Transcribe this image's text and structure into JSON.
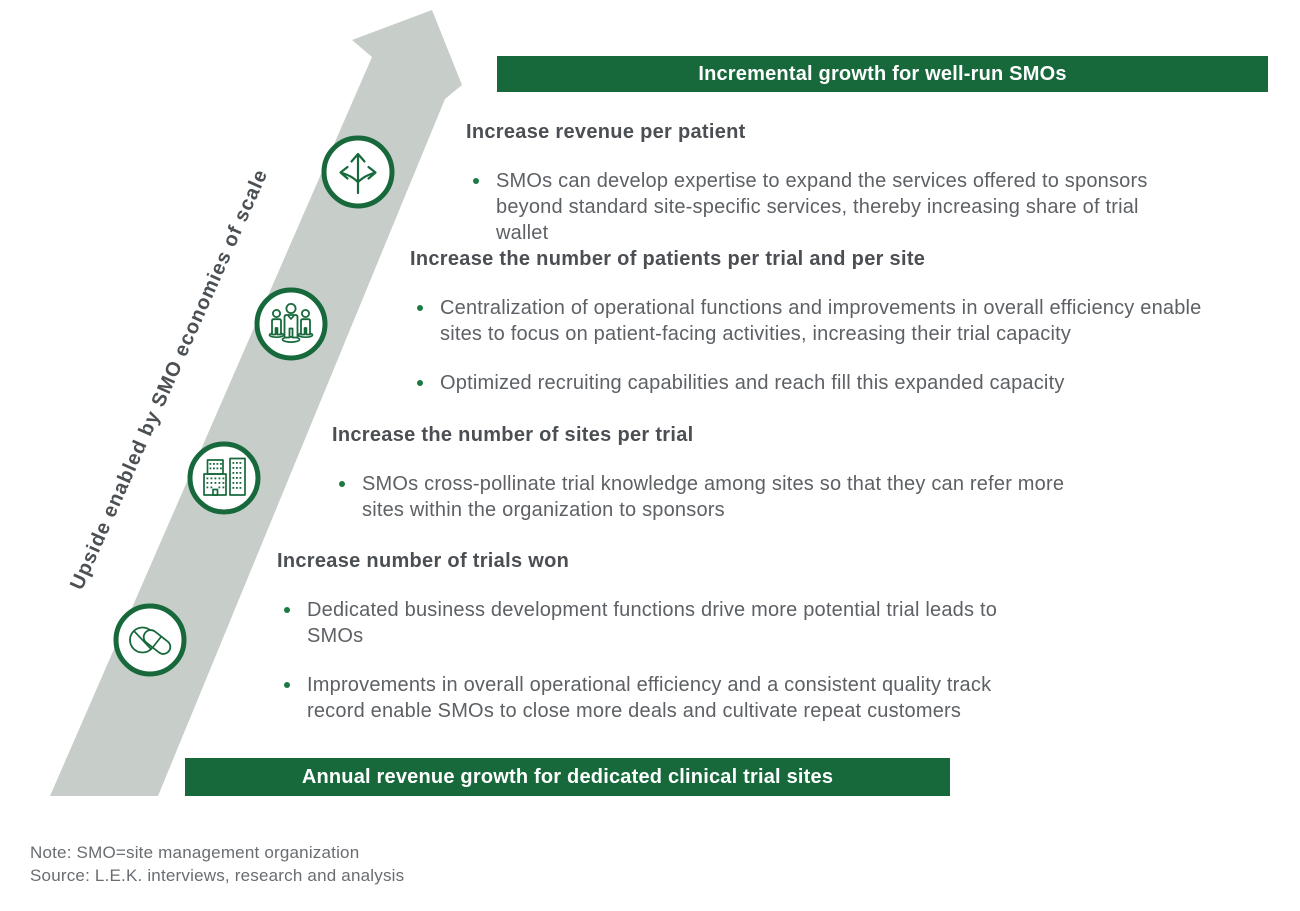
{
  "diagram": {
    "arrow_label": "Upside enabled by SMO economies of scale",
    "top_banner": "Incremental growth for well-run SMOs",
    "bottom_banner": "Annual revenue growth for dedicated clinical trial sites",
    "sections": [
      {
        "icon": "three-way-arrows-icon",
        "heading": "Increase revenue per patient",
        "bullets": [
          "SMOs can develop expertise to expand the services offered to sponsors beyond standard site-specific services, thereby increasing share of trial wallet"
        ]
      },
      {
        "icon": "people-icon",
        "heading": "Increase the number of patients per trial and per site",
        "bullets": [
          "Centralization of operational functions and improvements in overall efficiency enable sites to focus on patient-facing activities, increasing their trial capacity",
          "Optimized recruiting capabilities and reach fill this expanded capacity"
        ]
      },
      {
        "icon": "buildings-icon",
        "heading": "Increase the number of sites per trial",
        "bullets": [
          "SMOs cross-pollinate trial knowledge among sites so that they can refer more sites within the organization to sponsors"
        ]
      },
      {
        "icon": "pills-icon",
        "heading": "Increase number of trials won",
        "bullets": [
          "Dedicated business development functions drive more potential trial leads to SMOs",
          "Improvements in overall operational efficiency and a consistent quality track record enable SMOs to close more deals and cultivate repeat customers"
        ]
      }
    ],
    "note": "Note: SMO=site management organization",
    "source": "Source: L.E.K. interviews, research and analysis",
    "colors": {
      "green": "#17693C",
      "bullet_green": "#1B7A43",
      "arrow_gray": "#C7CDC9",
      "heading_text": "#4B4F54",
      "body_text": "#5D6165",
      "note_text": "#696D71"
    }
  }
}
